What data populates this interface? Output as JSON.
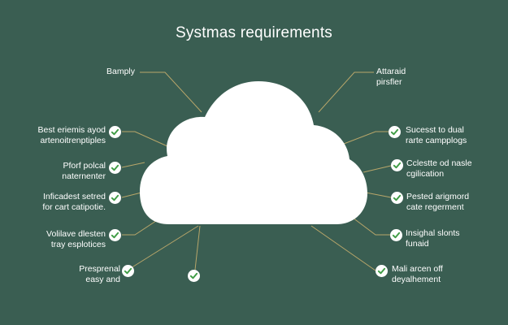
{
  "title": "Systmas requirements",
  "colors": {
    "background": "#3a5e52",
    "line": "#b8a66a",
    "check": "#3f9c45",
    "cloud": "#ffffff"
  },
  "left_items": [
    {
      "line1": "Bamply",
      "line2": "",
      "has_check": false
    },
    {
      "line1": "Best eriemis ayod",
      "line2": "artenoitrenptiples",
      "has_check": true
    },
    {
      "line1": "Pforf polcal",
      "line2": "naternenter",
      "has_check": true
    },
    {
      "line1": "Inficadest setred",
      "line2": "for cart catipotie.",
      "has_check": true
    },
    {
      "line1": "Volilave dlesten",
      "line2": "tray esplotices",
      "has_check": true
    },
    {
      "line1": "Presprenal",
      "line2": "easy and",
      "has_check": true
    }
  ],
  "bottom_check": {
    "icon": "check-circle-icon"
  },
  "right_items": [
    {
      "line1": "Attaraid",
      "line2": "pirsfler",
      "has_check": false
    },
    {
      "line1": "Sucesst to dual",
      "line2": "rarte campplogs",
      "has_check": true
    },
    {
      "line1": "Cclestte od nasle",
      "line2": "cgilication",
      "has_check": true
    },
    {
      "line1": "Pested arigmord",
      "line2": "cate regerment",
      "has_check": true
    },
    {
      "line1": "Insighal slonts",
      "line2": "funaid",
      "has_check": true
    },
    {
      "line1": "Mali arcen off",
      "line2": "deyalhement",
      "has_check": true
    }
  ],
  "icons": {
    "cloud": "cloud-icon",
    "check": "check-circle-icon"
  }
}
